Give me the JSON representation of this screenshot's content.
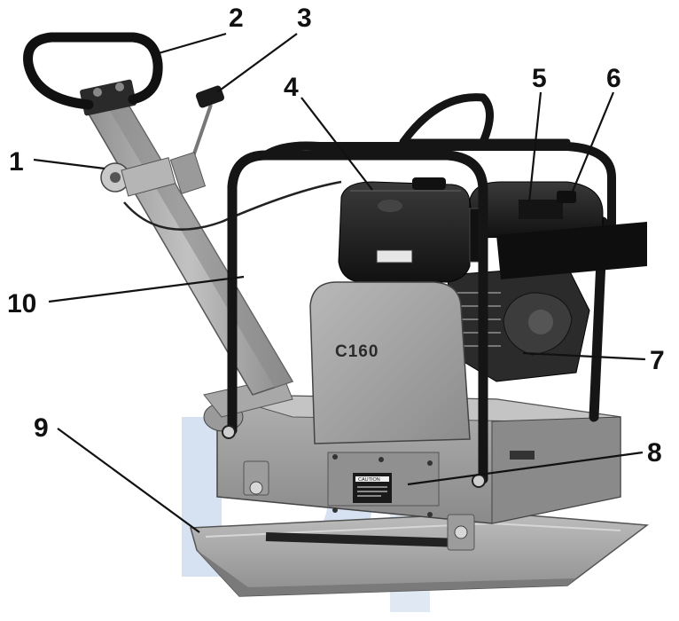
{
  "figure": {
    "model_label": "C160",
    "caution_label": "CAUTION",
    "watermark_colors": [
      "#c9d8ee",
      "#dde6f3"
    ],
    "body_color": "#9a9a9a",
    "plate_color": "#a3a3a3",
    "frame_color": "#151515",
    "engine_color": "#1e1e1e"
  },
  "callouts": [
    {
      "num": "1"
    },
    {
      "num": "2"
    },
    {
      "num": "3"
    },
    {
      "num": "4"
    },
    {
      "num": "5"
    },
    {
      "num": "6"
    },
    {
      "num": "7"
    },
    {
      "num": "8"
    },
    {
      "num": "9"
    },
    {
      "num": "10"
    }
  ]
}
